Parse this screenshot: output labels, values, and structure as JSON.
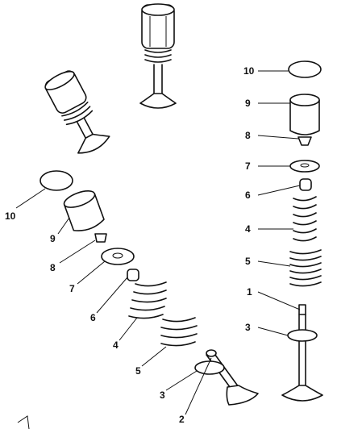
{
  "labels": {
    "l1": "1",
    "l2": "2",
    "l3a": "3",
    "l3b": "3",
    "l4a": "4",
    "l4b": "4",
    "l5a": "5",
    "l5b": "5",
    "l6a": "6",
    "l6b": "6",
    "l7a": "7",
    "l7b": "7",
    "l8a": "8",
    "l8b": "8",
    "l9a": "9",
    "l9b": "9",
    "l10a": "10",
    "l10b": "10"
  }
}
